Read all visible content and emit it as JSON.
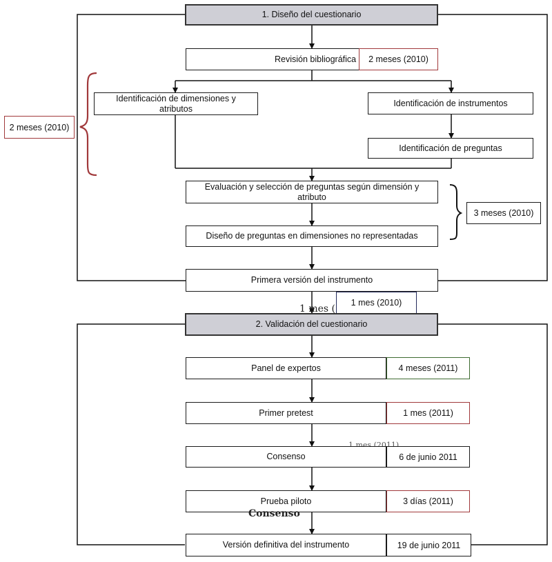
{
  "section1": {
    "header": "1. Diseño del cuestionario",
    "revision": "Revisión bibliográfica",
    "revision_duration": "2 meses (2010)",
    "side_duration": "2 meses (2010)",
    "dimensiones": "Identificación de dimensiones y atributos",
    "instrumentos": "Identificación de instrumentos",
    "preguntas": "Identificación de preguntas",
    "evaluacion": "Evaluación y selección de preguntas según dimensión y atributo",
    "diseno": "Diseño de preguntas en dimensiones no representadas",
    "eval_duration": "3 meses (2010)",
    "primera": "Primera versión del instrumento",
    "primera_duration": "1 mes (2010)",
    "ghost_text": "1 mes (1"
  },
  "section2": {
    "header": "2. Validación del cuestionario",
    "panel": "Panel de expertos",
    "panel_duration": "4 meses (2011)",
    "pretest": "Primer pretest",
    "pretest_duration": "1 mes (2011)",
    "consenso": "Consenso",
    "consenso_duration": "6 de junio 2011",
    "ghost_consenso_behind": "1 mes (2011)",
    "piloto": "Prueba piloto",
    "piloto_duration": "3 días (2011)",
    "ghost_consenso": "Consenso",
    "definitiva": "Versión definitiva del instrumento",
    "definitiva_duration": "19 de junio 2011"
  },
  "colors": {
    "header_fill": "#cfcfd6",
    "duration_red": "#a0383a",
    "duration_green": "#3d6b30",
    "duration_navy": "#232a5a",
    "brace_red": "#a0383a"
  }
}
